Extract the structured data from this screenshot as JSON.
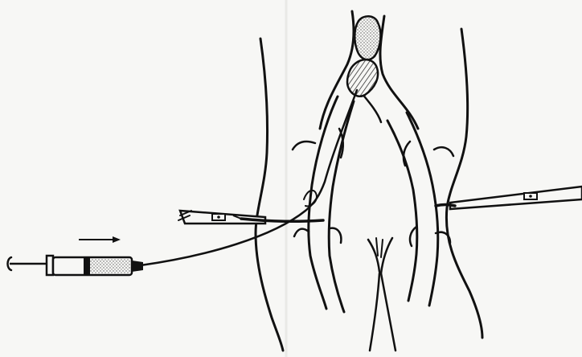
{
  "figure": {
    "kind": "surgical line illustration",
    "caption": "",
    "annotations": [],
    "colors": {
      "ink": "#111111",
      "paper": "#f7f7f5",
      "stipple": "#555555"
    },
    "depicted_items": [
      "thigh-outline-left",
      "thigh-outline-right",
      "femoral-artery-left",
      "femoral-artery-right",
      "aortic-bifurcation",
      "embolus",
      "balloon-catheter",
      "syringe",
      "direction-arrow",
      "vessel-loop-clamp-left",
      "vessel-loop-clamp-right",
      "external-genitalia-sketch"
    ]
  }
}
